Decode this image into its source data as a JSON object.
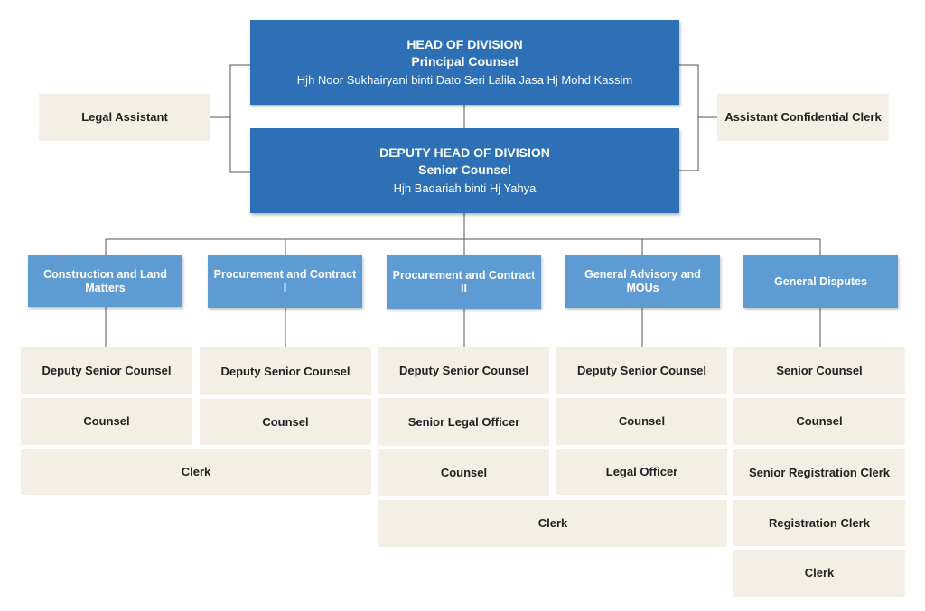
{
  "head": {
    "title": "HEAD OF DIVISION",
    "role": "Principal Counsel",
    "name": "Hjh Noor Sukhairyani binti Dato Seri Lalila Jasa Hj Mohd Kassim"
  },
  "deputy": {
    "title": "DEPUTY HEAD OF DIVISION",
    "role": "Senior Counsel",
    "name": "Hjh Badariah binti Hj Yahya"
  },
  "side_left": "Legal Assistant",
  "side_right": "Assistant Confidential Clerk",
  "units": [
    {
      "name": "Construction and Land Matters",
      "roles": [
        "Deputy Senior Counsel",
        "Counsel"
      ]
    },
    {
      "name": "Procurement and Contract I",
      "roles": [
        "Deputy Senior Counsel",
        "Counsel"
      ]
    },
    {
      "name": "Procurement and Contract II",
      "roles": [
        "Deputy Senior Counsel",
        "Senior Legal Officer",
        "Counsel"
      ]
    },
    {
      "name": "General Advisory and MOUs",
      "roles": [
        "Deputy Senior Counsel",
        "Counsel",
        "Legal Officer"
      ]
    },
    {
      "name": "General Disputes",
      "roles": [
        "Senior Counsel",
        "Counsel",
        "Senior Registration Clerk",
        "Registration Clerk",
        "Clerk"
      ]
    }
  ],
  "shared_clerk_1_2": "Clerk",
  "shared_clerk_3_4": "Clerk",
  "colors": {
    "head": "#2e70b6",
    "unit": "#5f9bd3",
    "role_box": "#f3efe5",
    "connector": "#555555"
  }
}
